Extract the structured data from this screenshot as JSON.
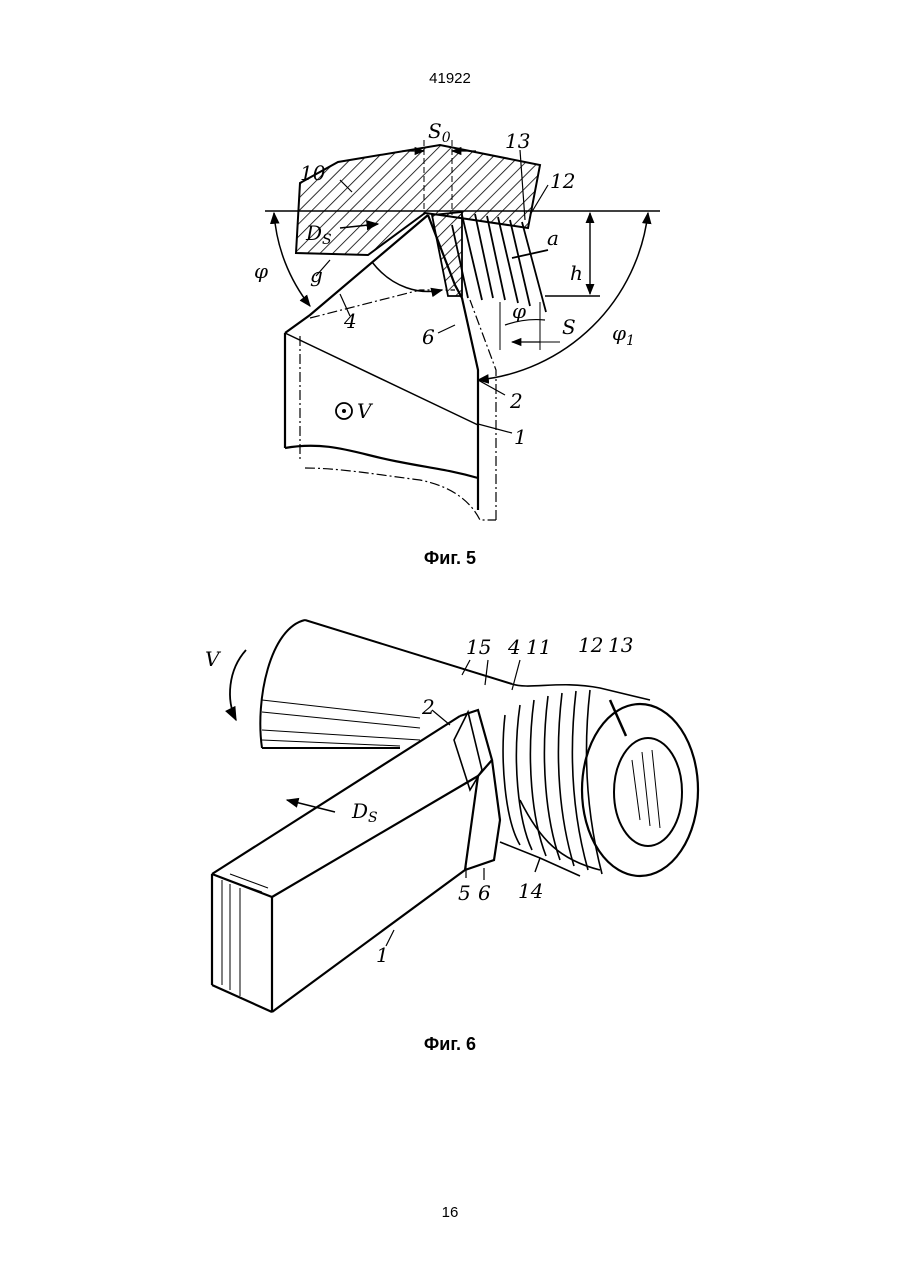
{
  "document_number": "41922",
  "page_number": "16",
  "figure5": {
    "caption": "Фиг. 5",
    "labels": {
      "so_main": "S",
      "so_sub": "0",
      "l13": "13",
      "l10": "10",
      "l12": "12",
      "ds_main": "D",
      "ds_sub": "S",
      "a": "a",
      "h": "h",
      "phi": "φ",
      "g": "g",
      "l4": "4",
      "phi_small": "φ",
      "s": "S",
      "l6": "6",
      "phi1_main": "φ",
      "phi1_sub": "1",
      "l2": "2",
      "v": "V",
      "l1": "1"
    }
  },
  "figure6": {
    "caption": "Фиг. 6",
    "labels": {
      "v": "V",
      "l15": "15",
      "l4": "4",
      "l11": "11",
      "l12": "12",
      "l13": "13",
      "l2": "2",
      "ds_main": "D",
      "ds_sub": "S",
      "l14": "14",
      "l5": "5",
      "l6": "6",
      "l1": "1"
    }
  }
}
